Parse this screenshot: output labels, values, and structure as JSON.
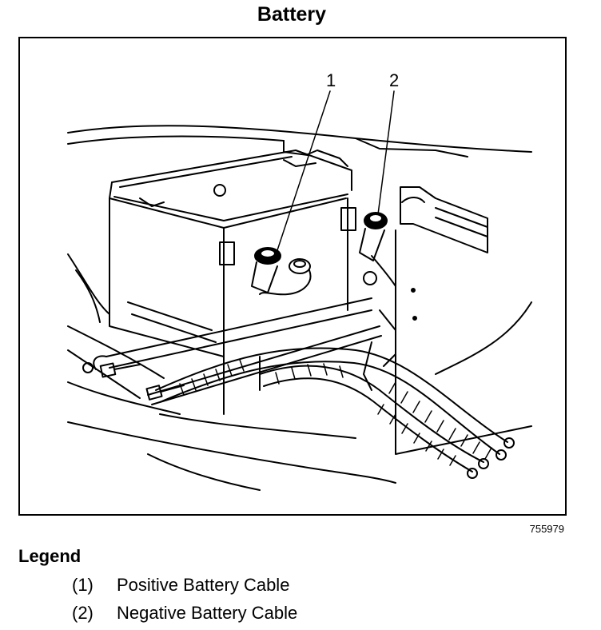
{
  "title": "Battery",
  "figure_id": "755979",
  "callouts": [
    "1",
    "2"
  ],
  "legend": {
    "heading": "Legend",
    "items": [
      {
        "number": "(1)",
        "label": "Positive Battery Cable"
      },
      {
        "number": "(2)",
        "label": "Negative Battery Cable"
      }
    ]
  },
  "colors": {
    "ink": "#000000",
    "paper": "#ffffff"
  }
}
